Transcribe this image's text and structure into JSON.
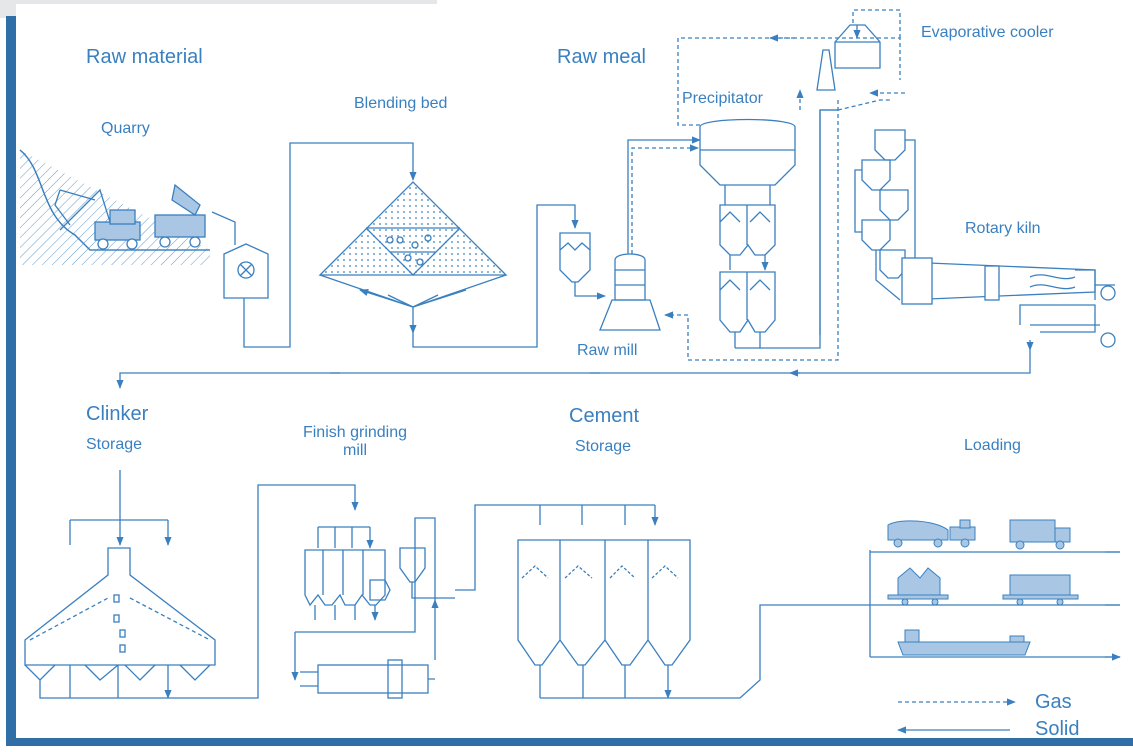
{
  "labels": {
    "raw_material": "Raw material",
    "raw_meal": "Raw meal",
    "evaporative_cooler": "Evaporative cooler",
    "precipitator": "Precipitator",
    "blending_bed": "Blending bed",
    "quarry": "Quarry",
    "rotary_kiln": "Rotary kiln",
    "raw_mill": "Raw mill",
    "clinker": "Clinker",
    "clinker_storage": "Storage",
    "finish_grinding_mill_1": "Finish grinding",
    "finish_grinding_mill_2": "mill",
    "cement": "Cement",
    "cement_storage": "Storage",
    "loading": "Loading"
  },
  "legend": {
    "gas": "Gas",
    "solid": "Solid"
  },
  "colors": {
    "frame": "#2f6ea6",
    "line": "#3a80c0",
    "fill": "#a9c7e4",
    "text": "#3a80c0"
  }
}
